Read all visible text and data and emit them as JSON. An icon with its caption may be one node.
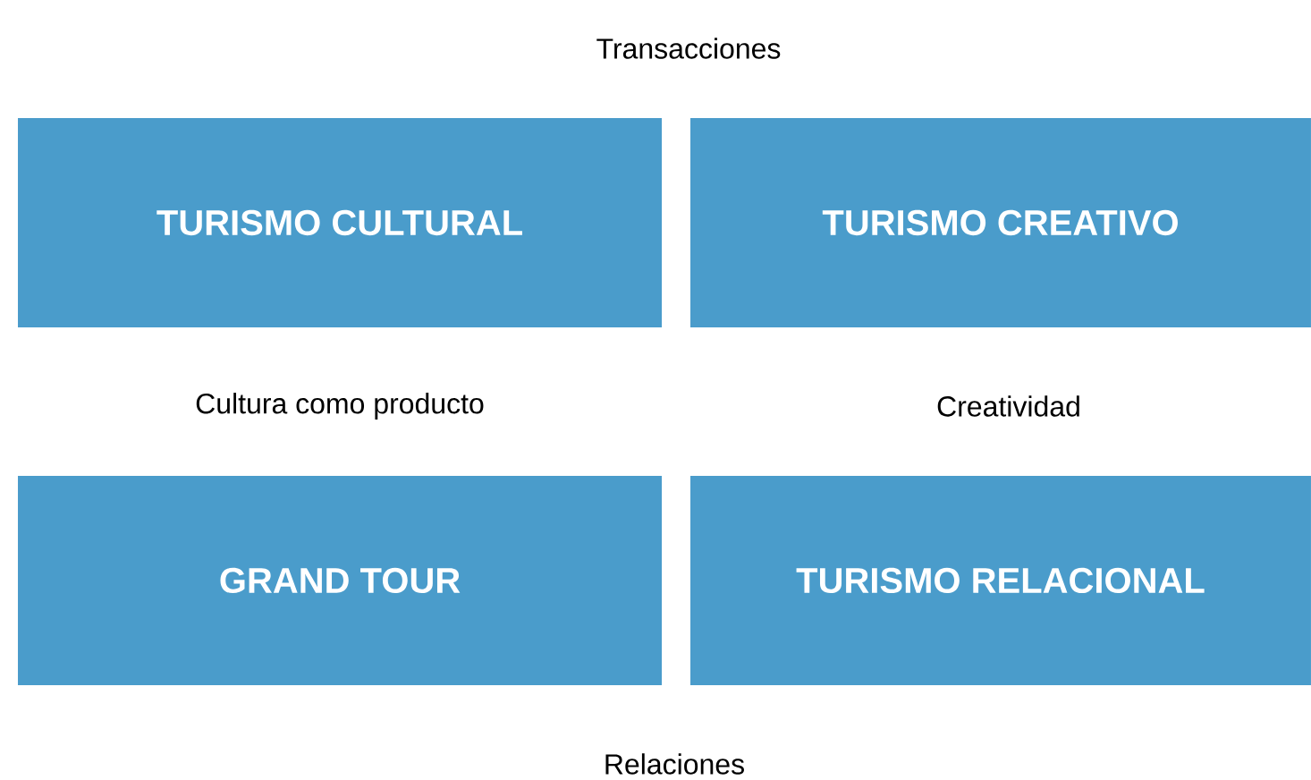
{
  "diagram": {
    "nodes": [
      {
        "text": [
          "TURISMO CULTURAL"
        ]
      },
      {
        "text": [
          "TURISMO CREATIVO"
        ]
      },
      {
        "text": [
          "GRAND TOUR"
        ]
      },
      {
        "text": [
          "TURISMO RELACIONAL"
        ]
      }
    ],
    "labels": [
      "Transacciones",
      "Cultura como producto",
      "Creatividad",
      "Relaciones"
    ]
  }
}
